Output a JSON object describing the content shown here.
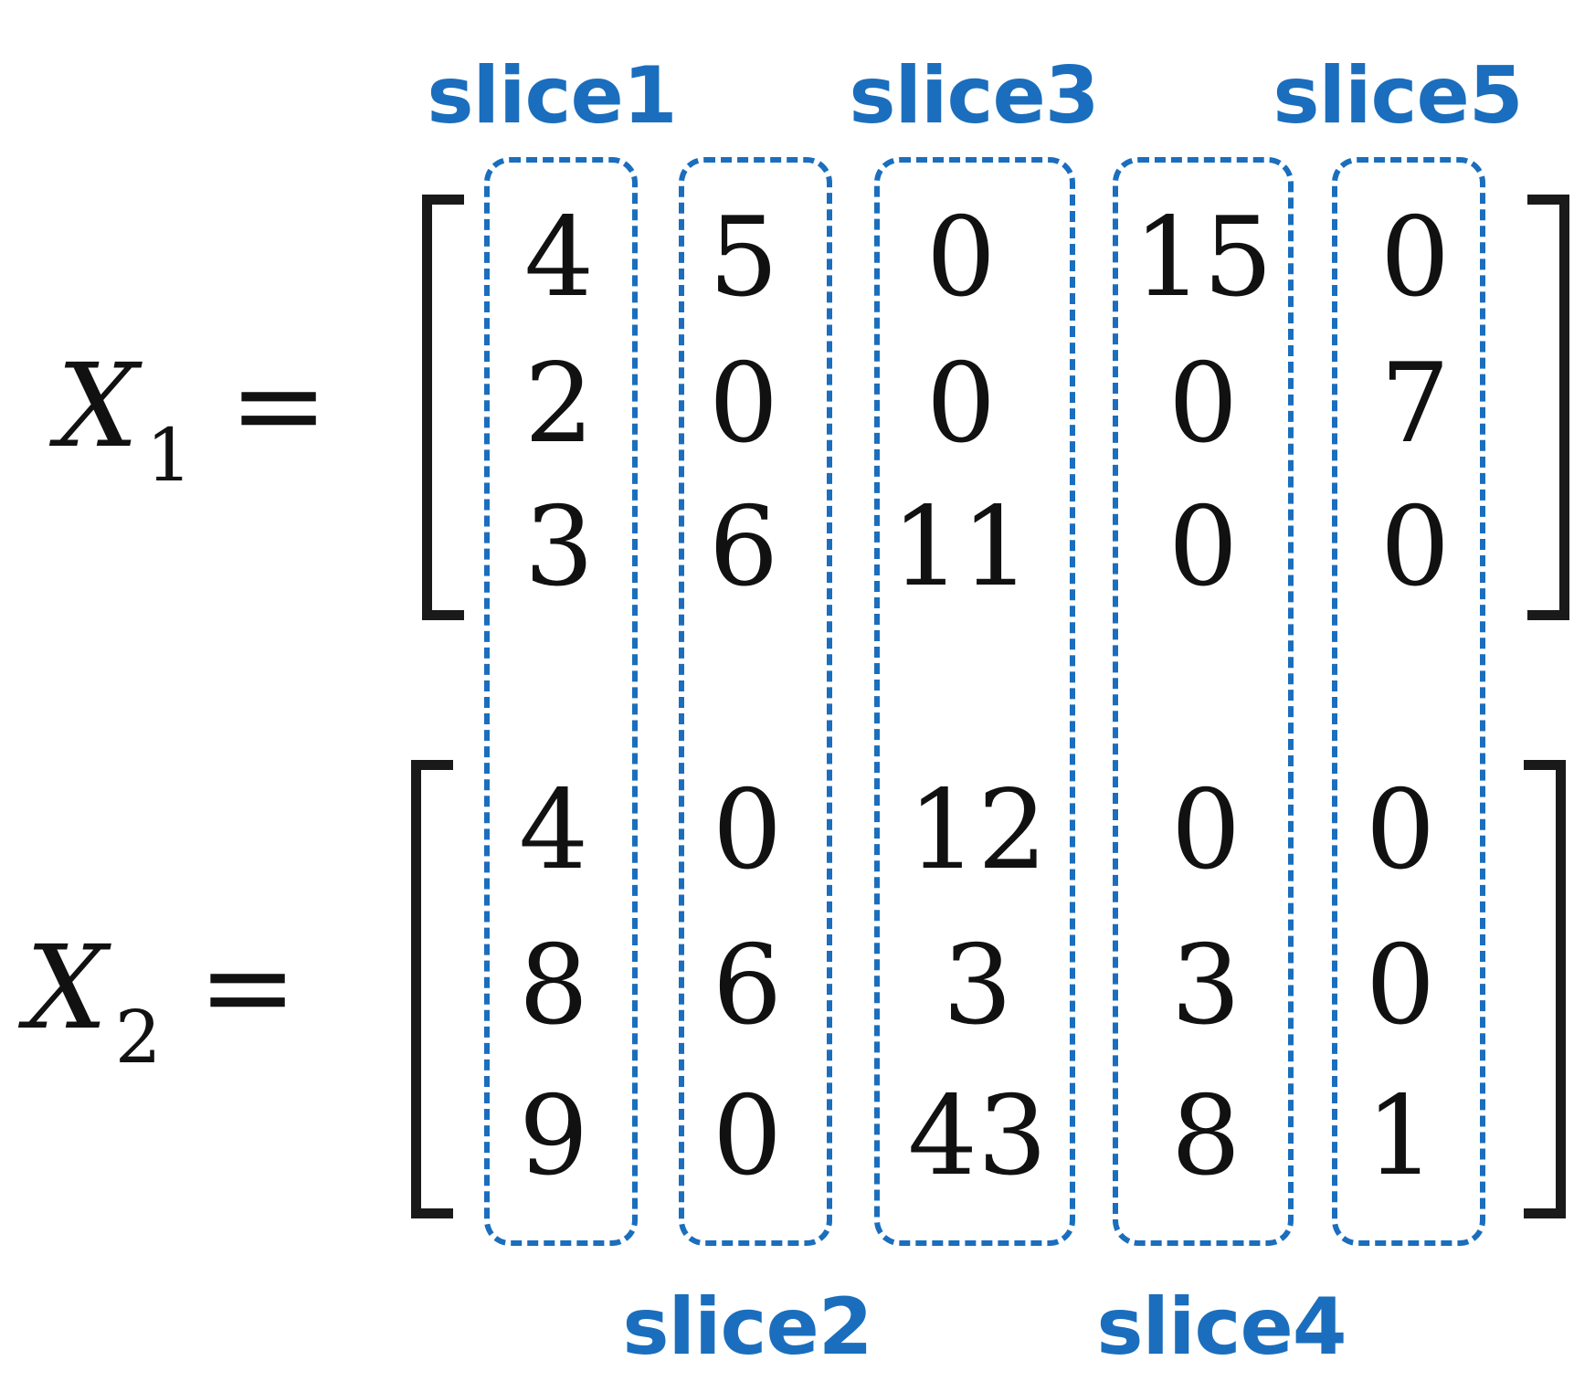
{
  "slices": [
    "slice1",
    "slice2",
    "slice3",
    "slice4",
    "slice5"
  ],
  "matrices": [
    {
      "name": "X",
      "subscript": "1",
      "equals": "=",
      "rows": [
        [
          "4",
          "5",
          "0",
          "15",
          "0"
        ],
        [
          "2",
          "0",
          "0",
          "0",
          "7"
        ],
        [
          "3",
          "6",
          "11",
          "0",
          "0"
        ]
      ]
    },
    {
      "name": "X",
      "subscript": "2",
      "equals": "=",
      "rows": [
        [
          "4",
          "0",
          "12",
          "0",
          "0"
        ],
        [
          "8",
          "6",
          "3",
          "3",
          "0"
        ],
        [
          "9",
          "0",
          "43",
          "8",
          "1"
        ]
      ]
    }
  ],
  "colors": {
    "slice": "#1a6ebd",
    "text": "#111111"
  }
}
